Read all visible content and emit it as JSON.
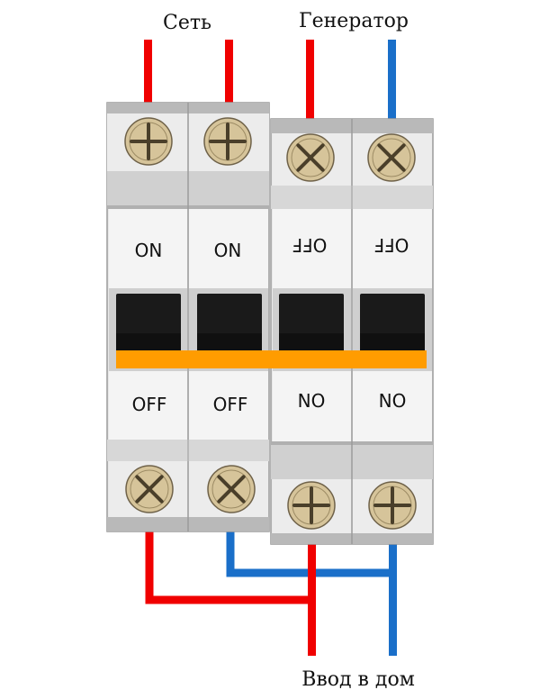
{
  "labels": {
    "network": "Сеть",
    "generator": "Генератор",
    "house_input": "Ввод в дом"
  },
  "breakers": {
    "left_pair": {
      "top_state": "ON",
      "bottom_state": "OFF"
    },
    "right_pair": {
      "top_state": "OFF",
      "bottom_state": "NO",
      "mirrored": true
    }
  },
  "colors": {
    "phase_wire": "#f00000",
    "neutral_wire": "#1a6fc9",
    "interlock_bar": "#ff9c00",
    "screw": "#d6c49a",
    "handle": "#1a1a1a"
  }
}
